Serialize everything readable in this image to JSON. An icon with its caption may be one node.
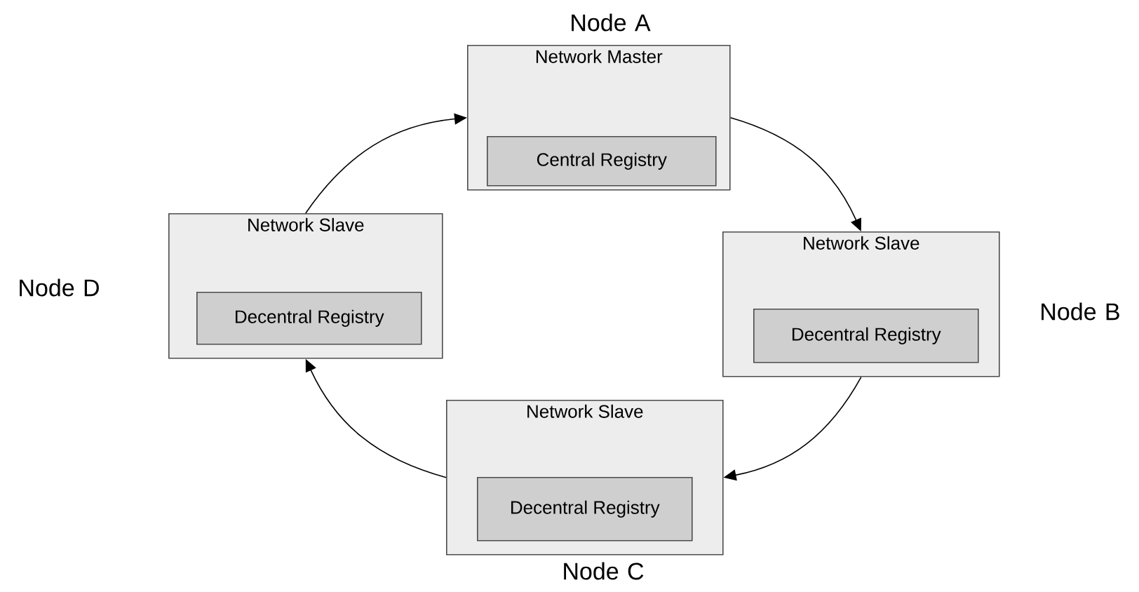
{
  "diagram": {
    "nodes": [
      {
        "text": [
          "Network Master"
        ],
        "beside": [
          "Node A"
        ]
      },
      {
        "text": [
          "Central Registry"
        ],
        "in": 0
      },
      {
        "text": [
          "Network Slave"
        ],
        "beside": [
          "Node B"
        ]
      },
      {
        "text": [
          "Decentral Registry"
        ],
        "in": 2
      },
      {
        "text": [
          "Network Slave"
        ],
        "beside": [
          "Node C"
        ]
      },
      {
        "text": [
          "Decentral Registry"
        ],
        "in": 4
      },
      {
        "text": [
          "Network Slave"
        ],
        "beside": [
          "Node D"
        ]
      },
      {
        "text": [
          "Decentral Registry"
        ],
        "in": 6
      }
    ],
    "edges": [
      {
        "from": 0,
        "to": 2,
        "arrow": "to"
      },
      {
        "from": 2,
        "to": 4,
        "arrow": "to"
      },
      {
        "from": 4,
        "to": 6,
        "arrow": "to"
      },
      {
        "from": 6,
        "to": 0,
        "arrow": "to"
      }
    ]
  }
}
